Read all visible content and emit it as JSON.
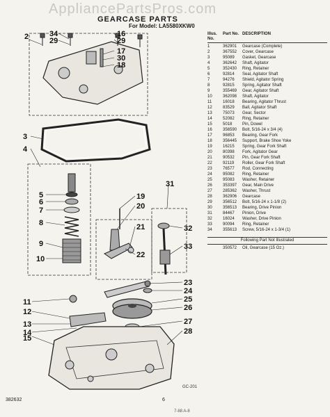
{
  "watermark": "AppliancePartsPros.com",
  "title": "GEARCASE PARTS",
  "subtitle": "For Model: LA5580XKW0",
  "headers": {
    "illus": "Illus. No.",
    "part": "Part No.",
    "desc": "DESCRIPTION"
  },
  "rows": [
    {
      "n": "1",
      "p": "362901",
      "d": "Gearcase (Complete)"
    },
    {
      "n": "2",
      "p": "367552",
      "d": "Cover, Gearcase"
    },
    {
      "n": "3",
      "p": "95089",
      "d": "Gasket, Gearcase"
    },
    {
      "n": "4",
      "p": "362642",
      "d": "Shaft, Agitator"
    },
    {
      "n": "5",
      "p": "352430",
      "d": "Ring, Retainer"
    },
    {
      "n": "6",
      "p": "92814",
      "d": "Seal, Agitator Shaft"
    },
    {
      "n": "7",
      "p": "94276",
      "d": "Shield, Agitator Spring"
    },
    {
      "n": "8",
      "p": "92815",
      "d": "Spring, Agitator Shaft"
    },
    {
      "n": "9",
      "p": "355469",
      "d": "Gear, Agitator Shaft"
    },
    {
      "n": "10",
      "p": "362098",
      "d": "Shaft, Agitator"
    },
    {
      "n": "11",
      "p": "16018",
      "d": "Bearing, Agitator Thrust"
    },
    {
      "n": "12",
      "p": "83529",
      "d": "Ball, Agitator Shaft"
    },
    {
      "n": "13",
      "p": "75073",
      "d": "Gear, Sector"
    },
    {
      "n": "14",
      "p": "52082",
      "d": "Ring, Retainer"
    },
    {
      "n": "15",
      "p": "5018",
      "d": "Pin, Dowel"
    },
    {
      "n": "16",
      "p": "356590",
      "d": "Bolt, 5/16-24 x 3/4 (4)"
    },
    {
      "n": "17",
      "p": "96853",
      "d": "Bearing, Gear Fork"
    },
    {
      "n": "18",
      "p": "356445",
      "d": "Support, Brake Shoe Yoke"
    },
    {
      "n": "19",
      "p": "16215",
      "d": "Spring, Gear Fork Shaft"
    },
    {
      "n": "20",
      "p": "80398",
      "d": "Fork, Agitator Gear"
    },
    {
      "n": "21",
      "p": "90532",
      "d": "Pin, Gear Fork Shaft"
    },
    {
      "n": "22",
      "p": "92119",
      "d": "Roller, Gear Fork Shaft"
    },
    {
      "n": "23",
      "p": "76577",
      "d": "Rod, Connecting"
    },
    {
      "n": "24",
      "p": "95082",
      "d": "Ring, Retainer"
    },
    {
      "n": "25",
      "p": "95083",
      "d": "Washer, Retainer"
    },
    {
      "n": "26",
      "p": "353397",
      "d": "Gear, Main Drive"
    },
    {
      "n": "27",
      "p": "285362",
      "d": "Washer, Thrust"
    },
    {
      "n": "28",
      "p": "362906",
      "d": "Gearcase"
    },
    {
      "n": "29",
      "p": "356512",
      "d": "Bolt, 5/16-24 x 1-1/8 (2)"
    },
    {
      "n": "30",
      "p": "356513",
      "d": "Bearing, Drive Pinion"
    },
    {
      "n": "31",
      "p": "84467",
      "d": "Pinion, Drive"
    },
    {
      "n": "32",
      "p": "16024",
      "d": "Washer, Drive Pinion"
    },
    {
      "n": "33",
      "p": "90094",
      "d": "Ring, Retainer"
    },
    {
      "n": "34",
      "p": "355613",
      "d": "Screw, 5/16-24 x 1-3/4 (1)"
    }
  ],
  "note": "Following Part Not Illustrated",
  "extra": {
    "n": "",
    "p": "350572",
    "d": "Oil, Gearcase (15 Oz.)"
  },
  "diagram_code": "GC-201",
  "doc_number": "382632",
  "page_number": "6",
  "footer_code": "7-88  A-8",
  "callouts": [
    "2",
    "34",
    "29",
    "16",
    "29",
    "17",
    "30",
    "18",
    "3",
    "4",
    "5",
    "6",
    "7",
    "8",
    "9",
    "10",
    "19",
    "20",
    "21",
    "22",
    "31",
    "32",
    "33",
    "23",
    "24",
    "25",
    "26",
    "11",
    "12",
    "13",
    "14",
    "15",
    "27",
    "28"
  ]
}
